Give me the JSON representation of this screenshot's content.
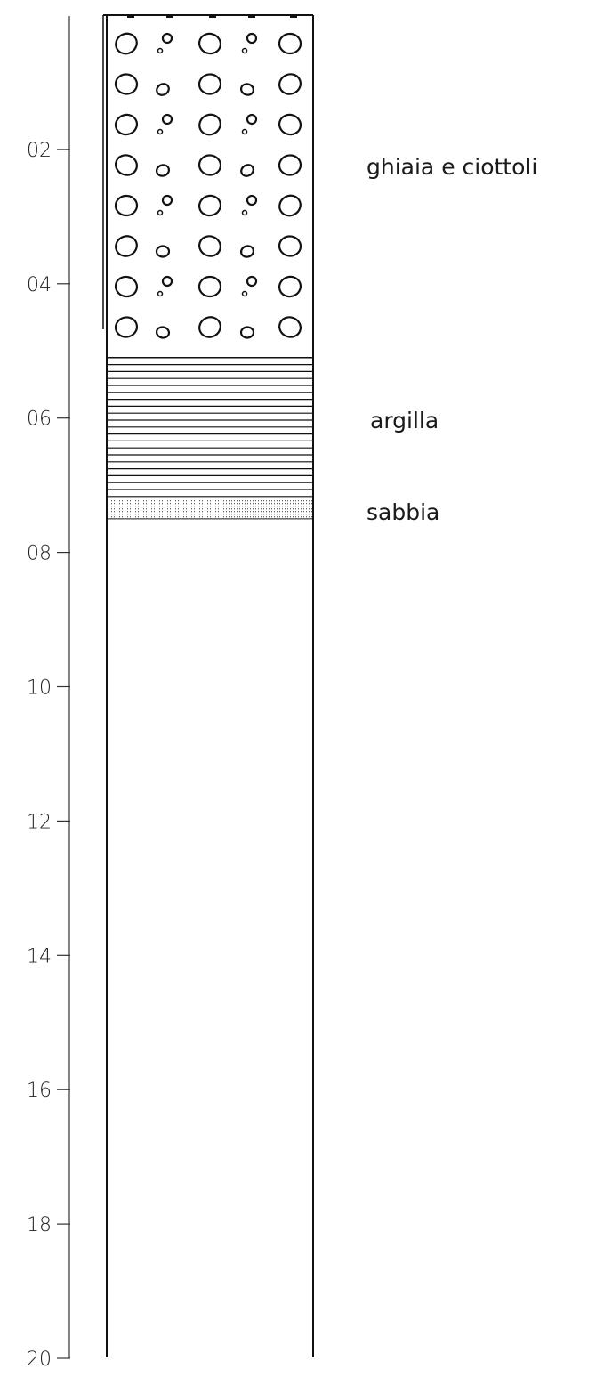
{
  "diagram": {
    "type": "stratigraphic-log",
    "depth_axis": {
      "range": [
        0,
        20
      ],
      "ticks": [
        {
          "value": 2,
          "label": "02"
        },
        {
          "value": 4,
          "label": "04"
        },
        {
          "value": 6,
          "label": "06"
        },
        {
          "value": 8,
          "label": "08"
        },
        {
          "value": 10,
          "label": "10"
        },
        {
          "value": 12,
          "label": "12"
        },
        {
          "value": 14,
          "label": "14"
        },
        {
          "value": 16,
          "label": "16"
        },
        {
          "value": 18,
          "label": "18"
        },
        {
          "value": 20,
          "label": "20"
        }
      ]
    },
    "layers": [
      {
        "id": "gravel",
        "label": "ghiaia e ciottoli",
        "pattern": "pebbles",
        "top": 0.0,
        "bottom": 5.1
      },
      {
        "id": "clay",
        "label": "argilla",
        "pattern": "horizontal-lines",
        "top": 5.1,
        "bottom": 7.2
      },
      {
        "id": "sand",
        "label": "sabbia",
        "pattern": "dots",
        "top": 7.2,
        "bottom": 7.5
      }
    ],
    "colors": {
      "ink": "#111111",
      "axis": "#333333"
    }
  }
}
